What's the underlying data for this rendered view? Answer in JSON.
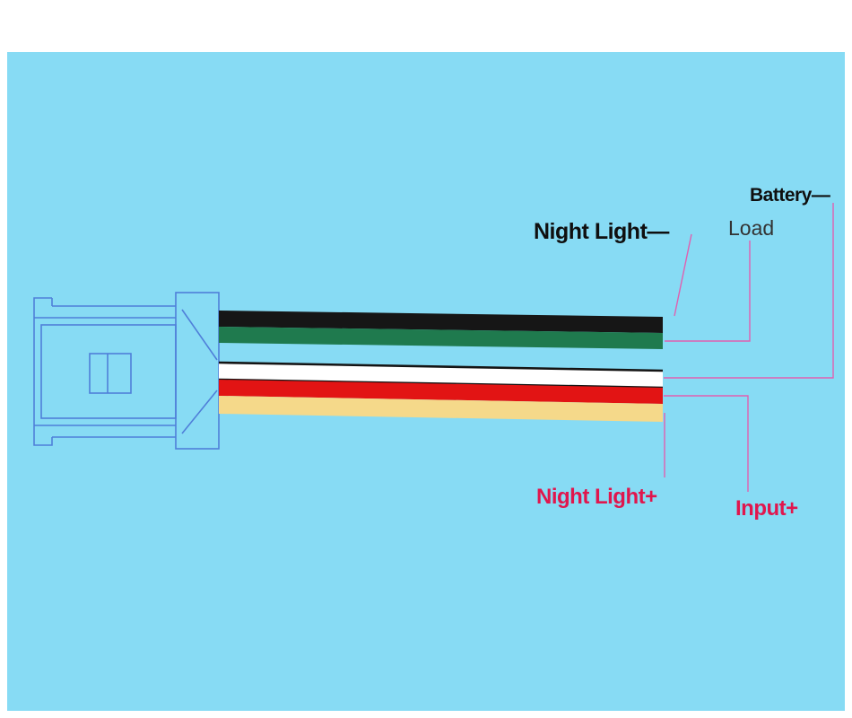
{
  "diagram": {
    "labels": {
      "battery": "Battery—",
      "load": "Load",
      "night_light_neg": "Night Light—",
      "night_light_pos": "Night Light+",
      "input_pos": "Input+"
    },
    "wires": [
      {
        "id": "black",
        "color": "#161616",
        "connects_to": "Night Light—"
      },
      {
        "id": "green",
        "color": "#1f7a4e",
        "connects_to": "Load"
      },
      {
        "id": "white",
        "color": "#ffffff",
        "connects_to": "Battery—"
      },
      {
        "id": "red",
        "color": "#e21414",
        "connects_to": "Input+"
      },
      {
        "id": "yellow",
        "color": "#f5d98a",
        "connects_to": "Night Light+"
      }
    ],
    "colors": {
      "background": "#87dbf4",
      "connector_outline": "#4f7fd9",
      "leader_line": "#e060b0",
      "wire_outline": "#141414",
      "label_dark": "#0f0f0f",
      "label_load": "#333333",
      "label_accent": "#e0164d"
    }
  }
}
